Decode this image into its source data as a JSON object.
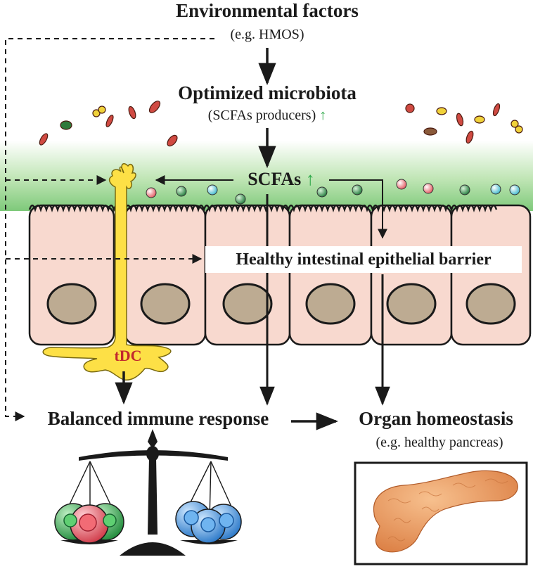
{
  "labels": {
    "env_title": "Environmental factors",
    "env_sub": "(e.g. HMOS)",
    "micro_title": "Optimized microbiota",
    "micro_sub": "(SCFAs producers)",
    "scfa": "SCFAs",
    "up_arrow": "↑",
    "barrier": "Healthy intestinal epithelial barrier",
    "tdc": "tDC",
    "immune": "Balanced immune response",
    "organ_title": "Organ homeostasis",
    "organ_sub": "(e.g. healthy pancreas)"
  },
  "icons": [
    "bacteria-icon",
    "scfa-molecule-icon",
    "dendritic-cell-icon",
    "balance-scale-icon",
    "t-cell-icon",
    "pancreas-icon"
  ],
  "colors": {
    "lumen_gradient": "#7ec97a",
    "cell_fill": "#f8d9cf",
    "nucleus": "#bdab92",
    "dendritic_cell": "#fde046",
    "tdc_text": "#c1272d",
    "up_arrow": "#2fa84a",
    "molecule_red": "#e4575f",
    "molecule_green": "#2f8f4a",
    "molecule_cyan": "#59c7d6",
    "t_cell_green": "#2f9e44",
    "t_cell_red": "#e04a55",
    "t_cell_blue": "#3b8fd8",
    "pancreas": "#e5955b"
  }
}
